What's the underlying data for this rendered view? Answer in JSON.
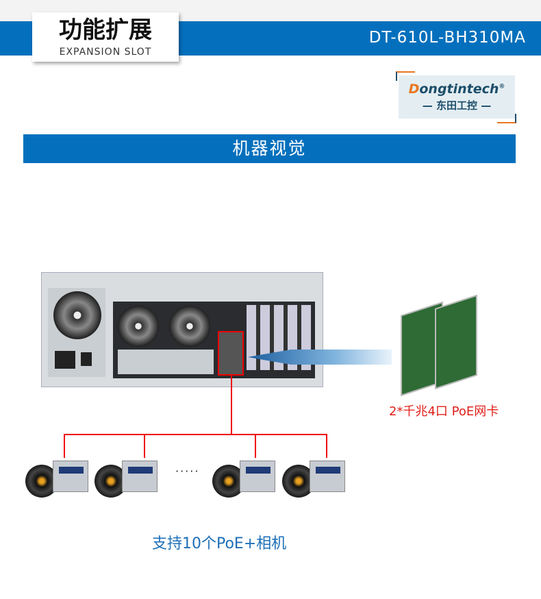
{
  "header": {
    "title_cn": "功能扩展",
    "title_en": "EXPANSION SLOT",
    "model": "DT-610L-BH310MA"
  },
  "logo": {
    "brand_first": "D",
    "brand_rest": "ongtintech",
    "brand_cn": "— 东田工控 —",
    "registered": "®"
  },
  "section": {
    "title": "机器视觉"
  },
  "diagram": {
    "card_label": "2*千兆4口 PoE网卡",
    "camera_label": "支持10个PoE+相机",
    "ellipsis": "·····"
  },
  "colors": {
    "brand_blue": "#0470bd",
    "line_red": "#e00000",
    "label_blue": "#1d6fb8"
  }
}
